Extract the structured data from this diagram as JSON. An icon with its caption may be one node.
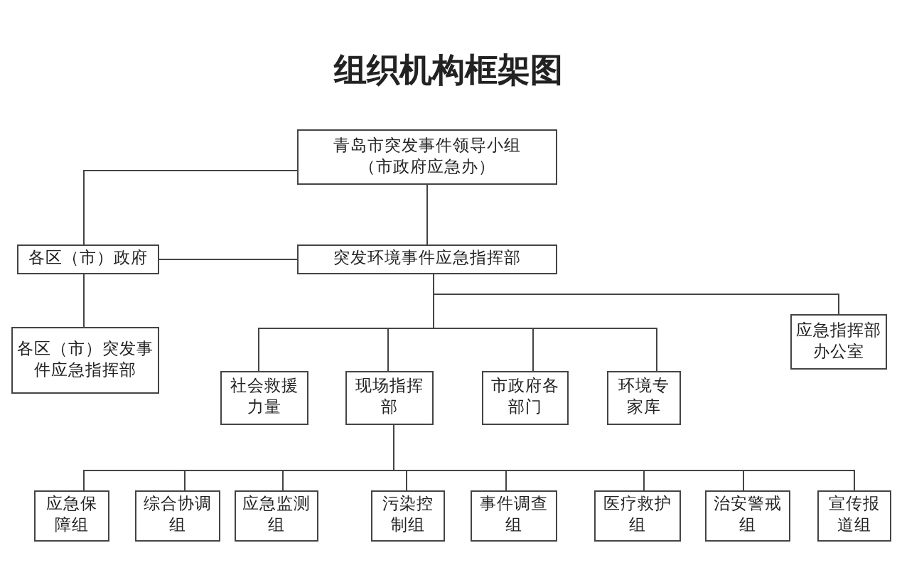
{
  "diagram": {
    "title": "组织机构框架图",
    "nodes": [
      {
        "text": [
          "青岛市突发事件领导小组",
          "（市政府应急办）"
        ]
      },
      {
        "text": [
          "各区（市）政府"
        ]
      },
      {
        "text": [
          "突发环境事件应急指挥部"
        ]
      },
      {
        "text": [
          "各区（市）突发事件应急指挥部"
        ]
      },
      {
        "text": [
          "应急指挥部办公室"
        ]
      },
      {
        "text": [
          "社会救援力量"
        ]
      },
      {
        "text": [
          "现场指挥部"
        ]
      },
      {
        "text": [
          "市政府各部门"
        ]
      },
      {
        "text": [
          "环境专家库"
        ]
      },
      {
        "text": [
          "应急保障组"
        ]
      },
      {
        "text": [
          "综合协调组"
        ]
      },
      {
        "text": [
          "应急监测组"
        ]
      },
      {
        "text": [
          "污染控制组"
        ]
      },
      {
        "text": [
          "事件调查组"
        ]
      },
      {
        "text": [
          "医疗救护组"
        ]
      },
      {
        "text": [
          "治安警戒组"
        ]
      },
      {
        "text": [
          "宣传报道组"
        ]
      }
    ],
    "edges": [
      {
        "from": 0,
        "to": 1,
        "arrow": "none"
      },
      {
        "from": 0,
        "to": 2,
        "arrow": "none"
      },
      {
        "from": 1,
        "to": 2,
        "arrow": "none"
      },
      {
        "from": 1,
        "to": 3,
        "arrow": "none"
      },
      {
        "from": 2,
        "to": 4,
        "arrow": "none"
      },
      {
        "from": 2,
        "to": 5,
        "arrow": "none"
      },
      {
        "from": 2,
        "to": 6,
        "arrow": "none"
      },
      {
        "from": 2,
        "to": 7,
        "arrow": "none"
      },
      {
        "from": 2,
        "to": 8,
        "arrow": "none"
      },
      {
        "from": 6,
        "to": 9,
        "arrow": "none"
      },
      {
        "from": 6,
        "to": 10,
        "arrow": "none"
      },
      {
        "from": 6,
        "to": 11,
        "arrow": "none"
      },
      {
        "from": 6,
        "to": 12,
        "arrow": "none"
      },
      {
        "from": 6,
        "to": 13,
        "arrow": "none"
      },
      {
        "from": 6,
        "to": 14,
        "arrow": "none"
      },
      {
        "from": 6,
        "to": 15,
        "arrow": "none"
      },
      {
        "from": 6,
        "to": 16,
        "arrow": "none"
      }
    ]
  }
}
